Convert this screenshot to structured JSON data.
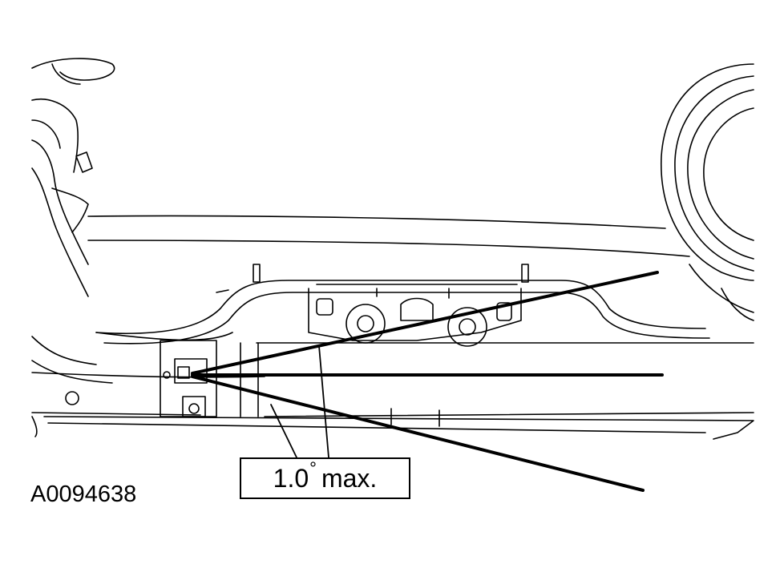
{
  "callout": {
    "value": "1.0",
    "degree_symbol": "°",
    "unit": "max."
  },
  "figure_id": "A0094638",
  "colors": {
    "line": "#000000",
    "background": "#ffffff"
  }
}
